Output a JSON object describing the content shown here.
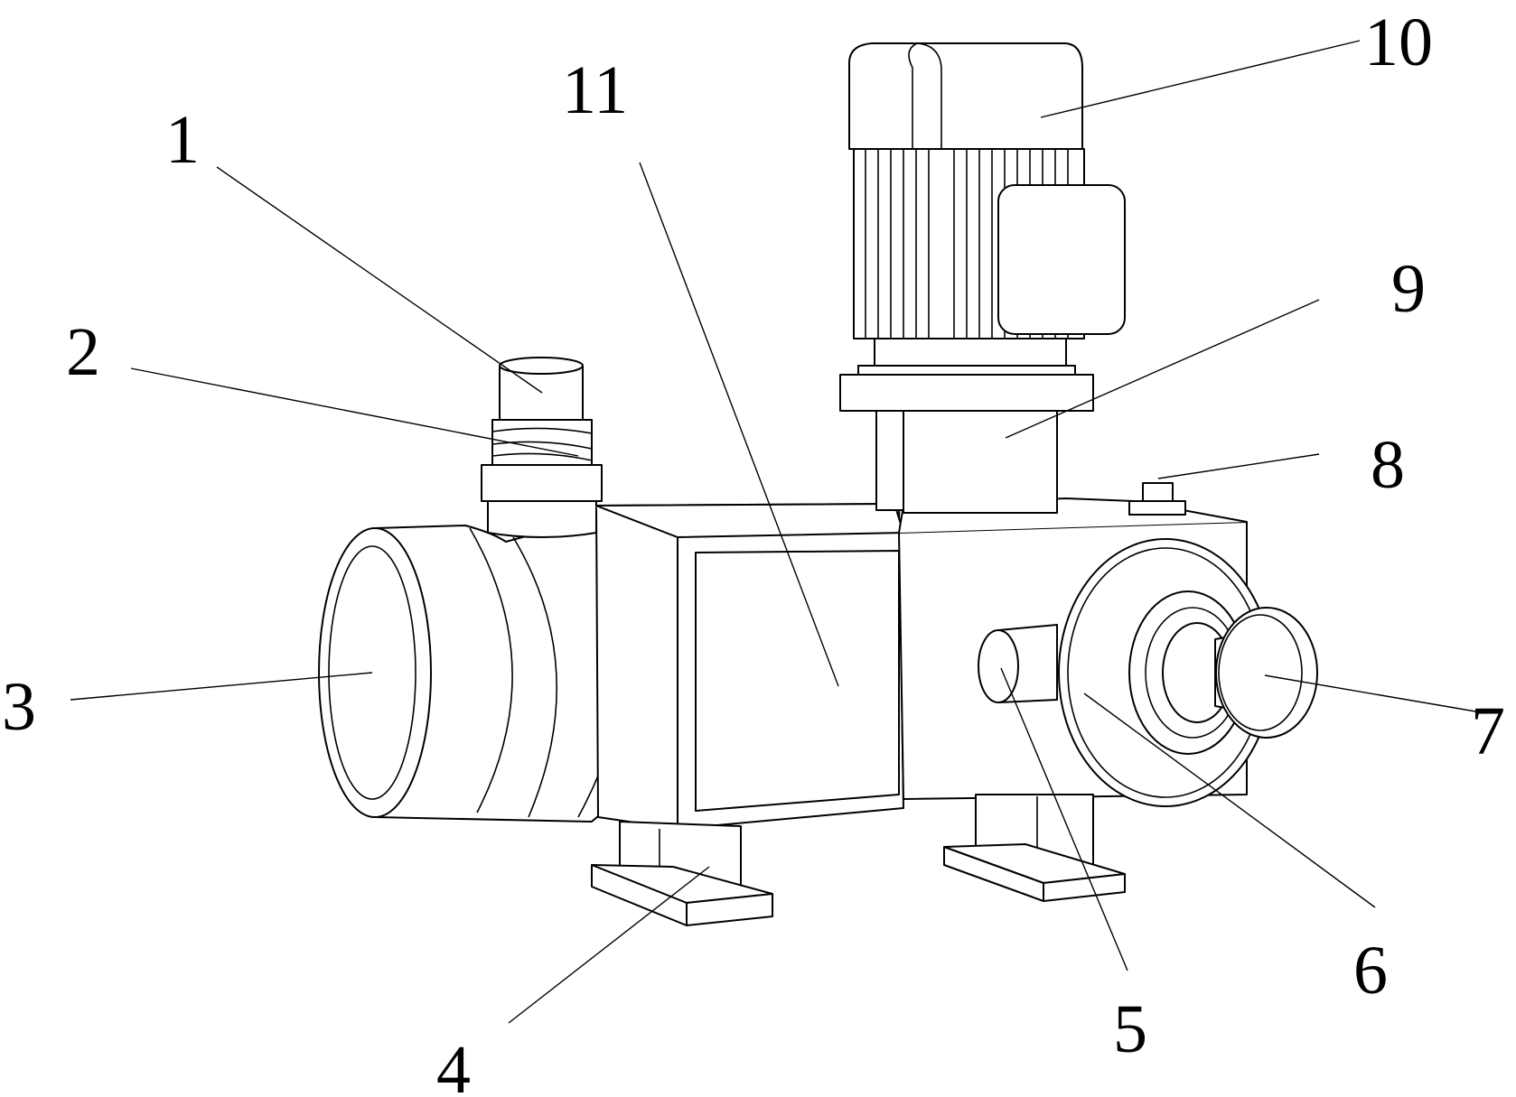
{
  "figure": {
    "callouts": [
      {
        "id": "1",
        "text": "1"
      },
      {
        "id": "2",
        "text": "2"
      },
      {
        "id": "3",
        "text": "3"
      },
      {
        "id": "4",
        "text": "4"
      },
      {
        "id": "5",
        "text": "5"
      },
      {
        "id": "6",
        "text": "6"
      },
      {
        "id": "7",
        "text": "7"
      },
      {
        "id": "8",
        "text": "8"
      },
      {
        "id": "9",
        "text": "9"
      },
      {
        "id": "10",
        "text": "10"
      },
      {
        "id": "11",
        "text": "11"
      }
    ],
    "colors": {
      "line": "#000000",
      "background": "#ffffff"
    }
  }
}
